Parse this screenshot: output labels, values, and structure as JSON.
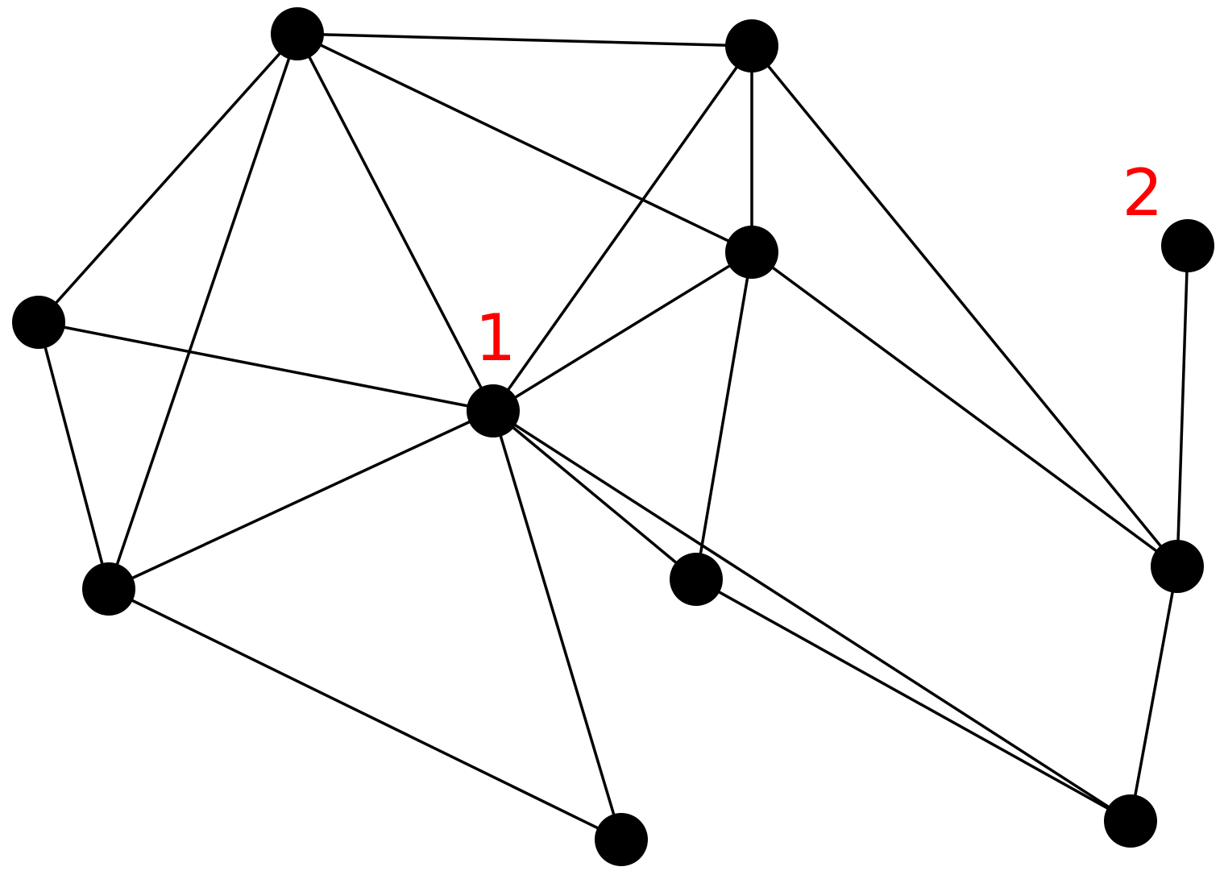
{
  "graph": {
    "node_color": "#000000",
    "edge_color": "#000000",
    "label_color": "#ff0000",
    "labels": {
      "v7": "1",
      "v12": "2"
    },
    "nodes": [
      "v1",
      "v2",
      "v3",
      "v4",
      "v5",
      "v6",
      "v7",
      "v8",
      "v9",
      "v10",
      "v11",
      "v12"
    ],
    "edges": [
      [
        "v1",
        "v2"
      ],
      [
        "v1",
        "v3"
      ],
      [
        "v1",
        "v4"
      ],
      [
        "v1",
        "v5"
      ],
      [
        "v1",
        "v7"
      ],
      [
        "v2",
        "v4"
      ],
      [
        "v2",
        "v6"
      ],
      [
        "v2",
        "v10"
      ],
      [
        "v3",
        "v5"
      ],
      [
        "v3",
        "v7"
      ],
      [
        "v4",
        "v7"
      ],
      [
        "v4",
        "v8"
      ],
      [
        "v4",
        "v10"
      ],
      [
        "v5",
        "v6"
      ],
      [
        "v5",
        "v7"
      ],
      [
        "v5",
        "v9"
      ],
      [
        "v6",
        "v9"
      ],
      [
        "v6",
        "v11"
      ],
      [
        "v7",
        "v8"
      ],
      [
        "v7",
        "v6"
      ],
      [
        "v8",
        "v11"
      ],
      [
        "v10",
        "v11"
      ],
      [
        "v10",
        "v12"
      ]
    ]
  }
}
